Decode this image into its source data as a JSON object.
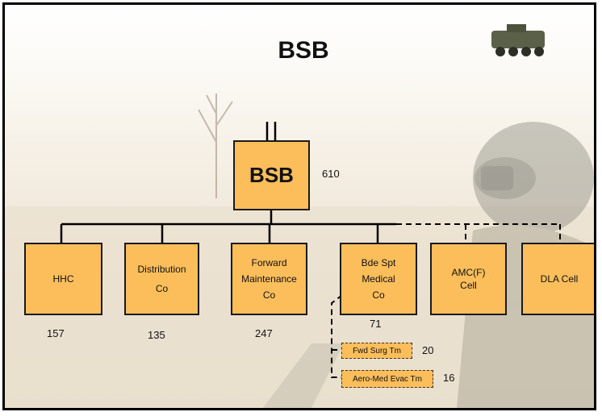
{
  "title": "BSB",
  "root": {
    "label": "BSB",
    "count": "610"
  },
  "units": [
    {
      "label": [
        "HHC"
      ],
      "count": "157"
    },
    {
      "label": [
        "Distribution",
        "Co"
      ],
      "count": "135"
    },
    {
      "label": [
        "Forward",
        "Maintenance",
        "Co"
      ],
      "count": "247"
    },
    {
      "label": [
        "Bde Spt",
        "Medical",
        "Co"
      ],
      "count": "71"
    },
    {
      "label": [
        "AMC(F)",
        "Cell"
      ],
      "count": ""
    },
    {
      "label": [
        "DLA Cell"
      ],
      "count": ""
    }
  ],
  "teams": [
    {
      "label": "Fwd Surg Tm",
      "count": "20"
    },
    {
      "label": "Aero-Med Evac Tm",
      "count": "16"
    }
  ],
  "colors": {
    "box_fill": "#fbbe5b",
    "line": "#000000"
  }
}
